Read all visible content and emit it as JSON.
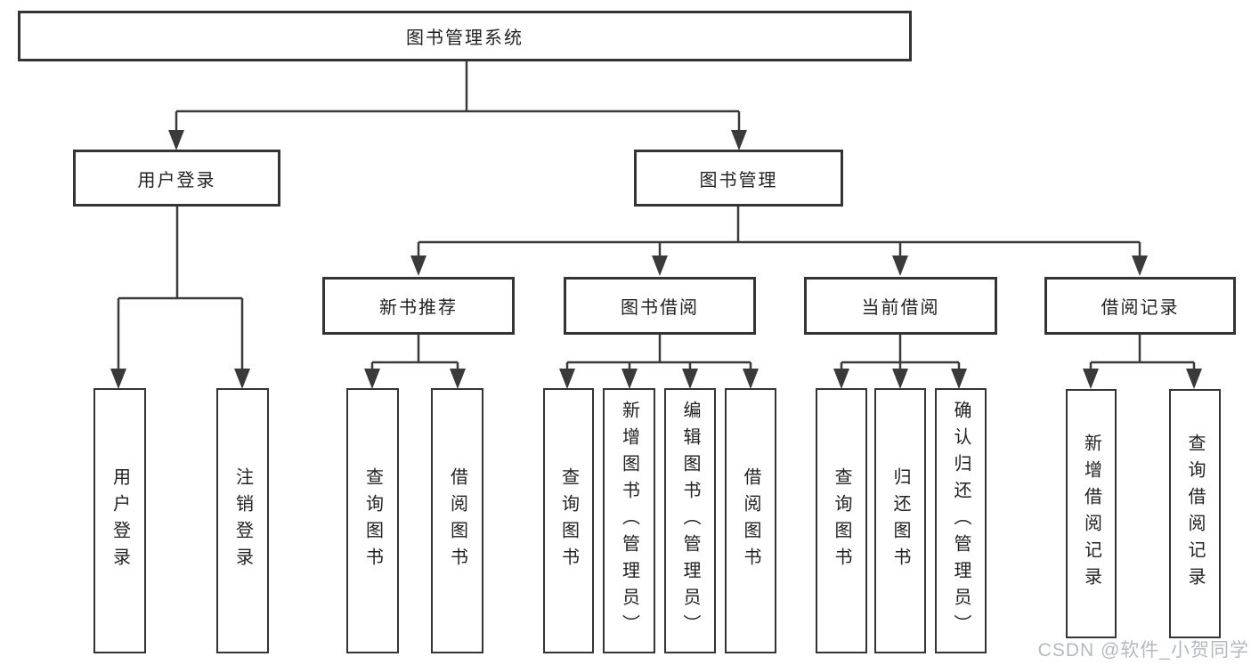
{
  "tree": {
    "root": "图书管理系统",
    "branches": [
      {
        "label": "用户登录",
        "children": [
          {
            "label": "用户登录"
          },
          {
            "label": "注销登录"
          }
        ]
      },
      {
        "label": "图书管理",
        "children": [
          {
            "label": "新书推荐",
            "children": [
              {
                "label": "查询图书"
              },
              {
                "label": "借阅图书"
              }
            ]
          },
          {
            "label": "图书借阅",
            "children": [
              {
                "label": "查询图书"
              },
              {
                "label": "新增图书（管理员）"
              },
              {
                "label": "编辑图书（管理员）"
              },
              {
                "label": "借阅图书"
              }
            ]
          },
          {
            "label": "当前借阅",
            "children": [
              {
                "label": "查询图书"
              },
              {
                "label": "归还图书"
              },
              {
                "label": "确认归还（管理员）"
              }
            ]
          },
          {
            "label": "借阅记录",
            "children": [
              {
                "label": "新增借阅记录"
              },
              {
                "label": "查询借阅记录"
              }
            ]
          }
        ]
      }
    ]
  },
  "watermark": "CSDN @软件_小贺同学",
  "colors": {
    "box_border": "#343434",
    "connector": "#3a3a3a",
    "text": "#222222",
    "watermark_text": "#b1b5bc",
    "background": "#ffffff"
  }
}
